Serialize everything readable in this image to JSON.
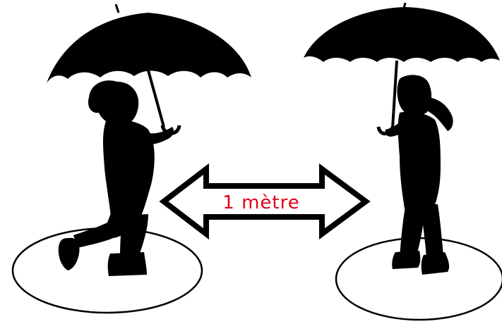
{
  "distance_label": "1 mètre",
  "figures": [
    {
      "id": "left-person",
      "object": "umbrella-icon",
      "marker": "floor-circle"
    },
    {
      "id": "right-person",
      "object": "umbrella-icon",
      "marker": "floor-circle"
    }
  ],
  "colors": {
    "background": "#ffffff",
    "silhouette": "#000000",
    "arrow_fill": "#ffffff",
    "arrow_outline": "#000000",
    "label": "#e0001b"
  }
}
